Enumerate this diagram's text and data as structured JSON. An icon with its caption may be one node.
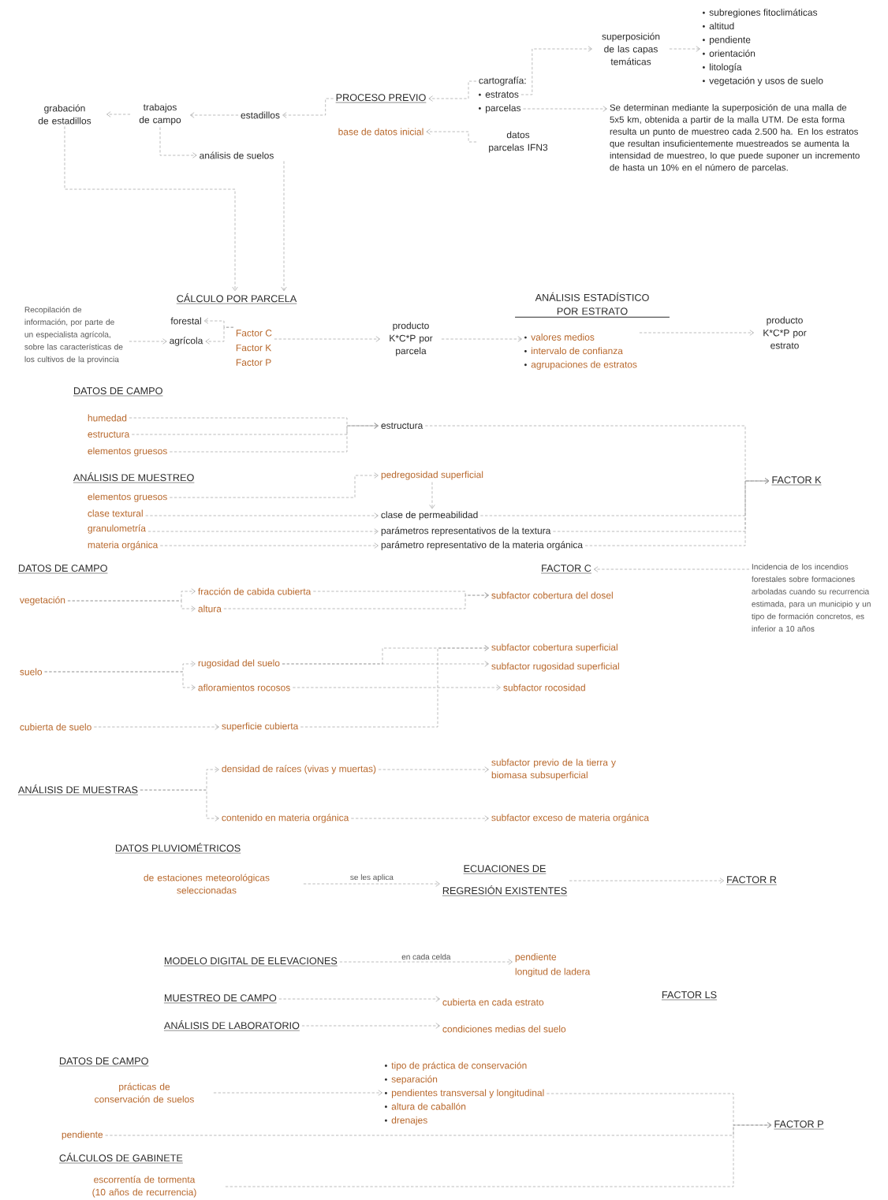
{
  "diagram": {
    "nodes": [
      {
        "text": [
          "PROCESO PREVIO"
        ]
      },
      {
        "text": [
          "base de datos inicial"
        ]
      },
      {
        "text": [
          "cartografía:"
        ]
      },
      {
        "text": [
          "estratos"
        ]
      },
      {
        "text": [
          "parcelas"
        ]
      },
      {
        "text": [
          "superposición de las capas temáticas"
        ]
      },
      {
        "text": [
          "subregiones fitoclimáticas",
          "altitud",
          "pendiente",
          "orientación",
          "litología",
          "vegetación y usos de suelo"
        ]
      },
      {
        "text": [
          "Se determinan mediante la superposición de una malla de 5x5 km, obtenida a partir de la malla UTM. De esta forma resulta un punto de muestreo cada 2.500 ha. En los estratos que resultan insuficientemente muestreados se aumenta la intensidad de muestreo, lo que puede suponer un incremento de hasta un 10% en el número de parcelas."
        ]
      },
      {
        "text": [
          "datos parcelas IFN3"
        ]
      },
      {
        "text": [
          "estadillos"
        ]
      },
      {
        "text": [
          "trabajos de campo"
        ]
      },
      {
        "text": [
          "grabación de estadillos"
        ]
      },
      {
        "text": [
          "análisis de suelos"
        ]
      },
      {
        "text": [
          "CÁLCULO POR PARCELA"
        ]
      },
      {
        "text": [
          "forestal"
        ]
      },
      {
        "text": [
          "agrícola"
        ]
      },
      {
        "text": [
          "Factor C",
          "Factor K",
          "Factor P"
        ]
      },
      {
        "text": [
          "Recopilación de información, por parte de un especialista agrícola, sobre las características de los cultivos de la provincia"
        ]
      },
      {
        "text": [
          "producto K*C*P por parcela"
        ]
      },
      {
        "text": [
          "ANÁLISIS ESTADÍSTICO POR ESTRATO"
        ]
      },
      {
        "text": [
          "valores medios",
          "intervalo de confianza",
          "agrupaciones de estratos"
        ]
      },
      {
        "text": [
          "producto K*C*P por estrato"
        ]
      },
      {
        "text": [
          "DATOS DE CAMPO"
        ]
      },
      {
        "text": [
          "humedad"
        ]
      },
      {
        "text": [
          "estructura"
        ]
      },
      {
        "text": [
          "elementos gruesos"
        ]
      },
      {
        "text": [
          "ANÁLISIS DE MUESTREO"
        ]
      },
      {
        "text": [
          "elementos gruesos"
        ]
      },
      {
        "text": [
          "clase textural"
        ]
      },
      {
        "text": [
          "granulometría"
        ]
      },
      {
        "text": [
          "materia orgánica"
        ]
      },
      {
        "text": [
          "estructura"
        ]
      },
      {
        "text": [
          "pedregosidad superficial"
        ]
      },
      {
        "text": [
          "clase de permeabilidad"
        ]
      },
      {
        "text": [
          "parámetros representativos de la textura"
        ]
      },
      {
        "text": [
          "parámetro representativo de la materia orgánica"
        ]
      },
      {
        "text": [
          "FACTOR K"
        ]
      },
      {
        "text": [
          "DATOS DE CAMPO"
        ]
      },
      {
        "text": [
          "FACTOR C"
        ]
      },
      {
        "text": [
          "Incidencia de los incendios forestales sobre formaciones arboladas cuando su recurrencia estimada, para un municipio y un tipo de formación concretos, es inferior a 10 años"
        ]
      },
      {
        "text": [
          "vegetación"
        ]
      },
      {
        "text": [
          "fracción de cabida cubierta"
        ]
      },
      {
        "text": [
          "altura"
        ]
      },
      {
        "text": [
          "subfactor cobertura del dosel"
        ]
      },
      {
        "text": [
          "suelo"
        ]
      },
      {
        "text": [
          "rugosidad del suelo"
        ]
      },
      {
        "text": [
          "afloramientos rocosos"
        ]
      },
      {
        "text": [
          "cubierta de suelo"
        ]
      },
      {
        "text": [
          "superficie cubierta"
        ]
      },
      {
        "text": [
          "subfactor cobertura superficial"
        ]
      },
      {
        "text": [
          "subfactor rugosidad superficial"
        ]
      },
      {
        "text": [
          "subfactor rocosidad"
        ]
      },
      {
        "text": [
          "ANÁLISIS DE MUESTRAS"
        ]
      },
      {
        "text": [
          "densidad de raíces (vivas y muertas)"
        ]
      },
      {
        "text": [
          "subfactor previo de la tierra y biomasa subsuperficial"
        ]
      },
      {
        "text": [
          "contenido en materia orgánica"
        ]
      },
      {
        "text": [
          "subfactor exceso de materia orgánica"
        ]
      },
      {
        "text": [
          "DATOS PLUVIOMÉTRICOS"
        ]
      },
      {
        "text": [
          "de estaciones meteorológicas seleccionadas"
        ]
      },
      {
        "text": [
          "ECUACIONES DE",
          "REGRESIÓN EXISTENTES"
        ]
      },
      {
        "text": [
          "FACTOR R"
        ]
      },
      {
        "text": [
          "MODELO DIGITAL DE ELEVACIONES"
        ]
      },
      {
        "text": [
          "pendiente",
          "longitud de ladera"
        ]
      },
      {
        "text": [
          "MUESTREO DE CAMPO"
        ]
      },
      {
        "text": [
          "cubierta en cada estrato"
        ]
      },
      {
        "text": [
          "ANÁLISIS DE LABORATORIO"
        ]
      },
      {
        "text": [
          "condiciones medias del suelo"
        ]
      },
      {
        "text": [
          "FACTOR LS"
        ]
      },
      {
        "text": [
          "DATOS DE CAMPO"
        ]
      },
      {
        "text": [
          "prácticas de conservación de suelos"
        ]
      },
      {
        "text": [
          "tipo de práctica de conservación",
          "separación",
          "pendientes transversal y longitudinal",
          "altura de caballón",
          "drenajes"
        ]
      },
      {
        "text": [
          "pendiente"
        ]
      },
      {
        "text": [
          "CÁLCULOS DE GABINETE"
        ]
      },
      {
        "text": [
          "escorrentía de tormenta (10 años de recurrencia)"
        ]
      },
      {
        "text": [
          "FACTOR P"
        ]
      }
    ],
    "edges": [
      {
        "from": 2,
        "to": 0,
        "arrow": "to"
      },
      {
        "from": 8,
        "to": 1,
        "arrow": "to"
      },
      {
        "from": 0,
        "to": 9,
        "arrow": "to"
      },
      {
        "from": 9,
        "to": 10,
        "arrow": "to"
      },
      {
        "from": 10,
        "to": 11,
        "arrow": "to"
      },
      {
        "from": 10,
        "to": 12,
        "arrow": "to"
      },
      {
        "from": 3,
        "to": 5,
        "arrow": "to"
      },
      {
        "from": 5,
        "to": 6,
        "arrow": "to"
      },
      {
        "from": 4,
        "to": 7,
        "arrow": "to"
      },
      {
        "from": 11,
        "to": 13,
        "arrow": "to"
      },
      {
        "from": 12,
        "to": 13,
        "arrow": "to"
      },
      {
        "from": 16,
        "to": 14,
        "arrow": "to"
      },
      {
        "from": 16,
        "to": 15,
        "arrow": "to"
      },
      {
        "from": 17,
        "to": 15,
        "arrow": "to"
      },
      {
        "from": 16,
        "to": 18,
        "arrow": "to"
      },
      {
        "from": 18,
        "to": 20,
        "arrow": "to"
      },
      {
        "from": 20,
        "to": 21,
        "arrow": "to"
      },
      {
        "from": 23,
        "to": 31,
        "arrow": "to"
      },
      {
        "from": 24,
        "to": 31,
        "arrow": "to"
      },
      {
        "from": 25,
        "to": 31,
        "arrow": "to"
      },
      {
        "from": 27,
        "to": 32,
        "arrow": "to"
      },
      {
        "from": 28,
        "to": 33,
        "arrow": "to"
      },
      {
        "from": 29,
        "to": 34,
        "arrow": "to"
      },
      {
        "from": 30,
        "to": 35,
        "arrow": "to"
      },
      {
        "from": 32,
        "to": 33,
        "arrow": "to"
      },
      {
        "from": 31,
        "to": 36,
        "arrow": "to"
      },
      {
        "from": 33,
        "to": 36,
        "arrow": "to"
      },
      {
        "from": 34,
        "to": 36,
        "arrow": "to"
      },
      {
        "from": 35,
        "to": 36,
        "arrow": "to"
      },
      {
        "from": 39,
        "to": 38,
        "arrow": "to"
      },
      {
        "from": 40,
        "to": 41,
        "arrow": "to"
      },
      {
        "from": 40,
        "to": 42,
        "arrow": "to"
      },
      {
        "from": 41,
        "to": 43,
        "arrow": "to"
      },
      {
        "from": 42,
        "to": 43,
        "arrow": "to"
      },
      {
        "from": 44,
        "to": 45,
        "arrow": "to"
      },
      {
        "from": 44,
        "to": 46,
        "arrow": "to"
      },
      {
        "from": 45,
        "to": 49,
        "arrow": "to"
      },
      {
        "from": 45,
        "to": 50,
        "arrow": "to"
      },
      {
        "from": 46,
        "to": 51,
        "arrow": "to"
      },
      {
        "from": 47,
        "to": 48,
        "arrow": "to"
      },
      {
        "from": 48,
        "to": 49,
        "arrow": "to"
      },
      {
        "from": 52,
        "to": 53,
        "arrow": "to"
      },
      {
        "from": 52,
        "to": 55,
        "arrow": "to"
      },
      {
        "from": 53,
        "to": 54,
        "arrow": "to"
      },
      {
        "from": 55,
        "to": 56,
        "arrow": "to"
      },
      {
        "from": 58,
        "to": 59,
        "arrow": "to",
        "label": "se les aplica"
      },
      {
        "from": 59,
        "to": 60,
        "arrow": "to"
      },
      {
        "from": 61,
        "to": 62,
        "arrow": "to",
        "label": "en cada celda"
      },
      {
        "from": 63,
        "to": 64,
        "arrow": "to"
      },
      {
        "from": 65,
        "to": 66,
        "arrow": "to"
      },
      {
        "from": 69,
        "to": 70,
        "arrow": "to"
      },
      {
        "from": 70,
        "to": 74,
        "arrow": "to"
      },
      {
        "from": 71,
        "to": 74,
        "arrow": "to"
      },
      {
        "from": 73,
        "to": 74,
        "arrow": "to"
      }
    ]
  }
}
